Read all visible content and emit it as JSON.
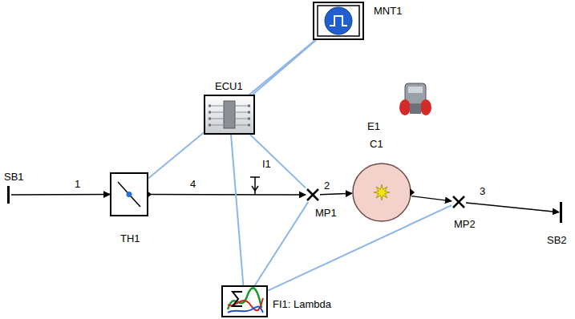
{
  "diagram": {
    "nodes": [
      {
        "text": [
          "SB1"
        ]
      },
      {
        "text": [
          "TH1"
        ]
      },
      {
        "text": [
          "ECU1"
        ]
      },
      {
        "text": [
          "MNT1"
        ]
      },
      {
        "text": [
          "MP1"
        ]
      },
      {
        "text": [
          "E1"
        ]
      },
      {
        "text": [
          "C1"
        ]
      },
      {
        "text": [
          "MP2"
        ]
      },
      {
        "text": [
          "SB2"
        ]
      },
      {
        "text": [
          "FI1: Lambda"
        ]
      }
    ],
    "edges": [
      {
        "from": 0,
        "to": 1,
        "label": "1",
        "arrow": "to"
      },
      {
        "from": 1,
        "to": 4,
        "label": "4",
        "arrow": "to"
      },
      {
        "from": 4,
        "to": 6,
        "label": "2",
        "arrow": "to"
      },
      {
        "from": 6,
        "to": 7,
        "arrow": "to"
      },
      {
        "from": 7,
        "to": 8,
        "label": "3",
        "arrow": "to"
      },
      {
        "from": 1,
        "to": 3,
        "arrow": "none"
      },
      {
        "from": 2,
        "to": 3,
        "arrow": "none"
      },
      {
        "from": 2,
        "to": 4,
        "arrow": "none"
      },
      {
        "from": 2,
        "to": 9,
        "arrow": "none"
      },
      {
        "from": 9,
        "to": 4,
        "arrow": "none"
      },
      {
        "from": 9,
        "to": 7,
        "arrow": "none"
      }
    ],
    "labels": [
      "I1"
    ]
  }
}
